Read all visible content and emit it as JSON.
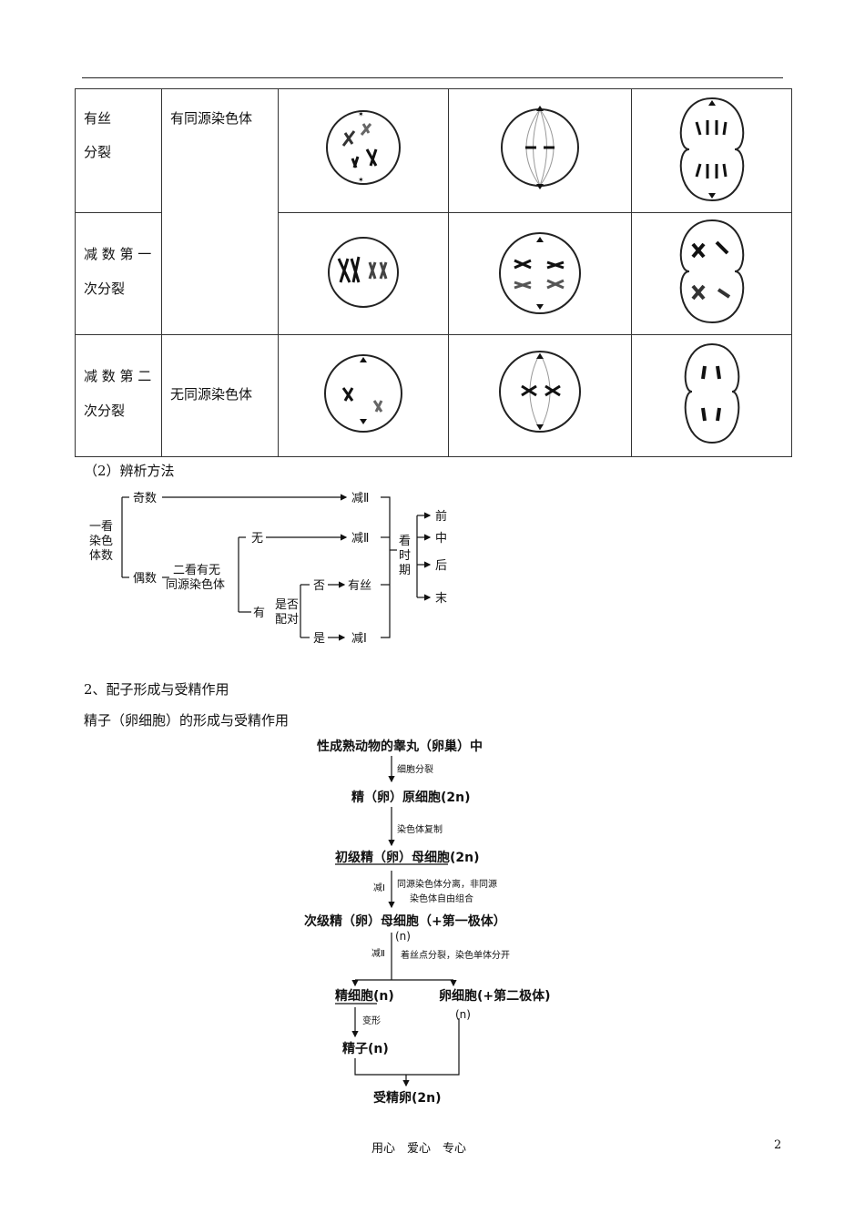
{
  "table": {
    "rows": [
      {
        "phase": "有丝\n分裂",
        "type": "有同源染色体"
      },
      {
        "phase": "减 数 第 一\n次分裂",
        "type": ""
      },
      {
        "phase": "减 数 第 二\n次分裂",
        "type": "无同源染色体"
      }
    ]
  },
  "section": {
    "method_title": "（2）辨析方法",
    "gamete_title": "2、配子形成与受精作用",
    "gamete_subtitle": "精子（卵细胞）的形成与受精作用"
  },
  "tree": {
    "root": "一看\n染色\n体数",
    "odd": "奇数",
    "even": "偶数",
    "check2": "二看有无",
    "check2b": "同源染色体",
    "none": "无",
    "has": "有",
    "paired_q": "是否",
    "paired_q2": "配对",
    "no": "否",
    "yes": "是",
    "meiosis2": "减Ⅱ",
    "meiosis2b": "减Ⅱ",
    "mitosis": "有丝",
    "meiosis1": "减Ⅰ",
    "look_period": "看\n时\n期",
    "stages": [
      "前",
      "中",
      "后",
      "末"
    ]
  },
  "flow": {
    "n1": "性成熟动物的睾丸（卵巢）中",
    "e1": "细胞分裂",
    "n2": "精（卵）原细胞(2n)",
    "e2": "染色体复制",
    "n3": "初级精（卵）母细胞(2n)",
    "e3a": "减Ⅰ",
    "e3b": "同源染色体分离，非同源",
    "e3c": "染色体自由组合",
    "n4": "次级精（卵）母细胞（+第一极体）",
    "n4b": "(n)",
    "e4a": "减Ⅱ",
    "e4b": "着丝点分裂，染色单体分开",
    "n5": "精细胞(n)",
    "n6": "卵细胞(+第二极体)",
    "n6b": "(n)",
    "e5": "变形",
    "n7": "精子(n)",
    "n8": "受精卵(2n)"
  },
  "footer": {
    "motto": "用心　爱心　专心",
    "page": "2"
  }
}
